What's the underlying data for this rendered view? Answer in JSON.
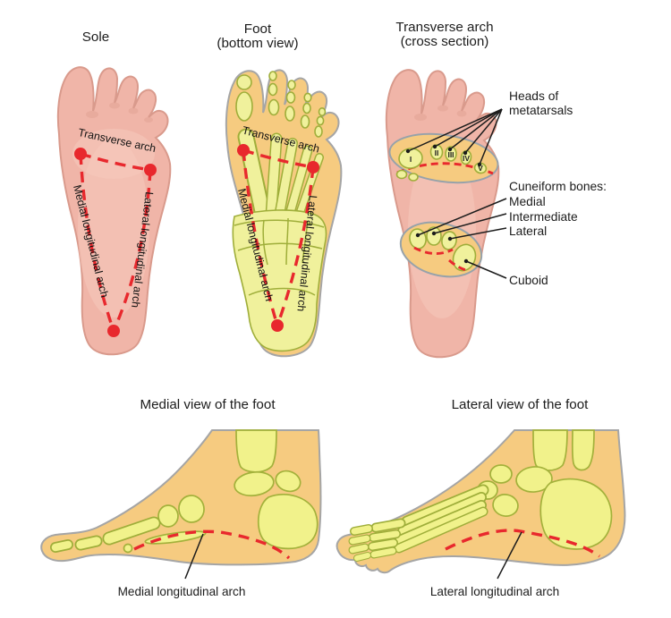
{
  "colors": {
    "skin_pink": "#F0B5A8",
    "flesh_tan": "#F6CB80",
    "bone_yellow": "#F0F19C",
    "bone_outline": "#9FAE3A",
    "arch_red": "#E8282D",
    "outline_gray": "#A5A5A5",
    "text_black": "#1C1C1C"
  },
  "panels": {
    "sole": {
      "title": "Sole",
      "transverse_arch_label": "Transverse arch",
      "medial_arch_label": "Medial longitudinal arch",
      "lateral_arch_label": "Lateral longitudinal arch"
    },
    "bottom_view": {
      "title_line1": "Foot",
      "title_line2": "(bottom view)",
      "transverse_arch_label": "Transverse arch",
      "medial_arch_label": "Medial longitudinal arch",
      "lateral_arch_label": "Lateral longitudinal arch"
    },
    "cross_section": {
      "title_line1": "Transverse arch",
      "title_line2": "(cross section)",
      "heads_label_line1": "Heads of",
      "heads_label_line2": "metatarsals",
      "cuneiform_header": "Cuneiform bones:",
      "cuneiform_medial": "Medial",
      "cuneiform_intermediate": "Intermediate",
      "cuneiform_lateral": "Lateral",
      "cuboid_label": "Cuboid",
      "metatarsal_numerals": [
        "I",
        "II",
        "III",
        "IV",
        "V"
      ]
    },
    "medial_view": {
      "title": "Medial view of the foot",
      "arch_label": "Medial longitudinal arch"
    },
    "lateral_view": {
      "title": "Lateral view of the foot",
      "arch_label": "Lateral longitudinal arch"
    }
  }
}
